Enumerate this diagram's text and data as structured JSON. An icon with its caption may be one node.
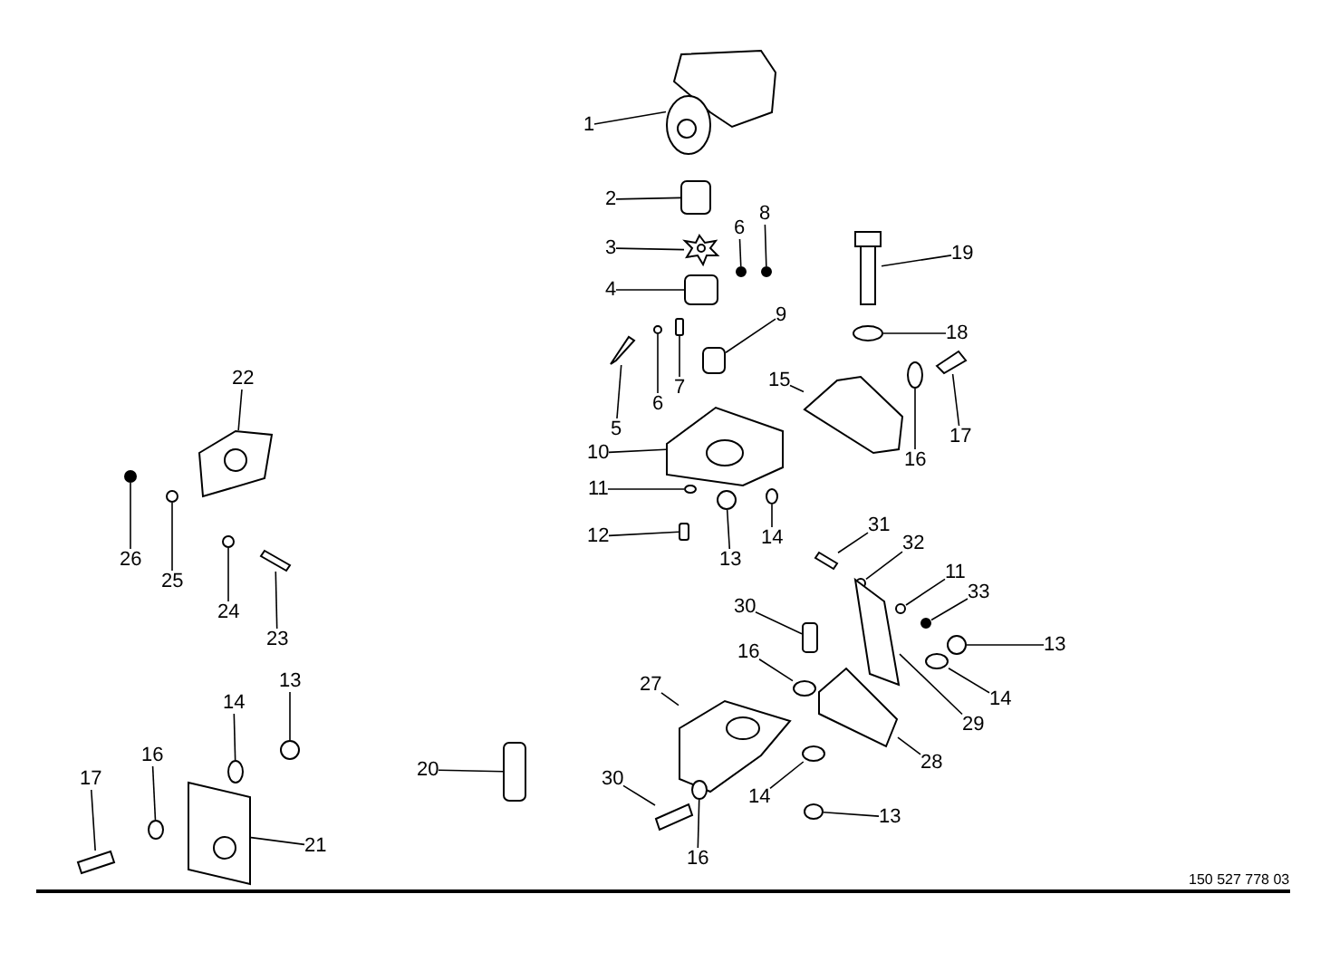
{
  "diagram": {
    "nodes": [
      {
        "text": [
          "1"
        ]
      },
      {
        "text": [
          "2"
        ]
      },
      {
        "text": [
          "8"
        ]
      },
      {
        "text": [
          "6"
        ]
      },
      {
        "text": [
          "3"
        ]
      },
      {
        "text": [
          "19"
        ]
      },
      {
        "text": [
          "4"
        ]
      },
      {
        "text": [
          "9"
        ]
      },
      {
        "text": [
          "18"
        ]
      },
      {
        "text": [
          "7"
        ]
      },
      {
        "text": [
          "6"
        ]
      },
      {
        "text": [
          "15"
        ]
      },
      {
        "text": [
          "5"
        ]
      },
      {
        "text": [
          "17"
        ]
      },
      {
        "text": [
          "22"
        ]
      },
      {
        "text": [
          "10"
        ]
      },
      {
        "text": [
          "16"
        ]
      },
      {
        "text": [
          "11"
        ]
      },
      {
        "text": [
          "12"
        ]
      },
      {
        "text": [
          "14"
        ]
      },
      {
        "text": [
          "13"
        ]
      },
      {
        "text": [
          "26"
        ]
      },
      {
        "text": [
          "31"
        ]
      },
      {
        "text": [
          "32"
        ]
      },
      {
        "text": [
          "25"
        ]
      },
      {
        "text": [
          "11"
        ]
      },
      {
        "text": [
          "33"
        ]
      },
      {
        "text": [
          "24"
        ]
      },
      {
        "text": [
          "30"
        ]
      },
      {
        "text": [
          "23"
        ]
      },
      {
        "text": [
          "13"
        ]
      },
      {
        "text": [
          "16"
        ]
      },
      {
        "text": [
          "27"
        ]
      },
      {
        "text": [
          "13"
        ]
      },
      {
        "text": [
          "14"
        ]
      },
      {
        "text": [
          "14"
        ]
      },
      {
        "text": [
          "29"
        ]
      },
      {
        "text": [
          "16"
        ]
      },
      {
        "text": [
          "17"
        ]
      },
      {
        "text": [
          "28"
        ]
      },
      {
        "text": [
          "20"
        ]
      },
      {
        "text": [
          "30"
        ]
      },
      {
        "text": [
          "14"
        ]
      },
      {
        "text": [
          "13"
        ]
      },
      {
        "text": [
          "21"
        ]
      },
      {
        "text": [
          "16"
        ]
      },
      {
        "text": [],
        "shape": "picture"
      },
      {
        "text": [],
        "shape": "box"
      },
      {
        "text": [],
        "shape": "circle"
      },
      {
        "text": [],
        "shape": "circle"
      },
      {
        "text": [],
        "shape": "picture"
      },
      {
        "text": [],
        "shape": "picture"
      },
      {
        "text": [],
        "shape": "box"
      },
      {
        "text": [],
        "shape": "box"
      },
      {
        "text": [],
        "shape": "circle"
      },
      {
        "text": [],
        "shape": "box"
      },
      {
        "text": [],
        "shape": "circle"
      },
      {
        "text": [],
        "shape": "picture"
      },
      {
        "text": [],
        "shape": "picture"
      },
      {
        "text": [],
        "shape": "picture"
      },
      {
        "text": [],
        "shape": "picture"
      },
      {
        "text": [],
        "shape": "picture"
      },
      {
        "text": [],
        "shape": "circle"
      },
      {
        "text": [],
        "shape": "circle"
      },
      {
        "text": [],
        "shape": "box"
      },
      {
        "text": [],
        "shape": "circle"
      },
      {
        "text": [],
        "shape": "circle"
      },
      {
        "text": [],
        "shape": "circle"
      },
      {
        "text": [],
        "shape": "picture"
      },
      {
        "text": [],
        "shape": "circle"
      },
      {
        "text": [],
        "shape": "circle"
      },
      {
        "text": [],
        "shape": "circle"
      },
      {
        "text": [],
        "shape": "circle"
      },
      {
        "text": [],
        "shape": "circle"
      },
      {
        "text": [],
        "shape": "box"
      },
      {
        "text": [],
        "shape": "picture"
      },
      {
        "text": [],
        "shape": "circle"
      },
      {
        "text": [],
        "shape": "circle"
      },
      {
        "text": [],
        "shape": "picture"
      },
      {
        "text": [],
        "shape": "circle"
      },
      {
        "text": [],
        "shape": "circle"
      },
      {
        "text": [],
        "shape": "circle"
      },
      {
        "text": [],
        "shape": "picture"
      },
      {
        "text": [],
        "shape": "circle"
      },
      {
        "text": [],
        "shape": "picture"
      },
      {
        "text": [],
        "shape": "picture"
      },
      {
        "text": [],
        "shape": "box"
      },
      {
        "text": [],
        "shape": "picture"
      },
      {
        "text": [],
        "shape": "circle"
      },
      {
        "text": [],
        "shape": "circle"
      },
      {
        "text": [],
        "shape": "picture"
      },
      {
        "text": [],
        "shape": "circle"
      }
    ],
    "edges": [
      {
        "from": 0,
        "to": 46,
        "arrow": "none"
      },
      {
        "from": 1,
        "to": 47,
        "arrow": "none"
      },
      {
        "from": 2,
        "to": 48,
        "arrow": "none"
      },
      {
        "from": 3,
        "to": 49,
        "arrow": "none"
      },
      {
        "from": 4,
        "to": 50,
        "arrow": "none"
      },
      {
        "from": 5,
        "to": 51,
        "arrow": "none"
      },
      {
        "from": 6,
        "to": 52,
        "arrow": "none"
      },
      {
        "from": 7,
        "to": 53,
        "arrow": "none"
      },
      {
        "from": 8,
        "to": 54,
        "arrow": "none"
      },
      {
        "from": 9,
        "to": 55,
        "arrow": "none"
      },
      {
        "from": 10,
        "to": 56,
        "arrow": "none"
      },
      {
        "from": 11,
        "to": 57,
        "arrow": "none"
      },
      {
        "from": 12,
        "to": 58,
        "arrow": "none"
      },
      {
        "from": 13,
        "to": 59,
        "arrow": "none"
      },
      {
        "from": 14,
        "to": 60,
        "arrow": "none"
      },
      {
        "from": 15,
        "to": 61,
        "arrow": "none"
      },
      {
        "from": 16,
        "to": 62,
        "arrow": "none"
      },
      {
        "from": 17,
        "to": 63,
        "arrow": "none"
      },
      {
        "from": 18,
        "to": 64,
        "arrow": "none"
      },
      {
        "from": 19,
        "to": 65,
        "arrow": "none"
      },
      {
        "from": 20,
        "to": 66,
        "arrow": "none"
      },
      {
        "from": 21,
        "to": 67,
        "arrow": "none"
      },
      {
        "from": 22,
        "to": 68,
        "arrow": "none"
      },
      {
        "from": 23,
        "to": 69,
        "arrow": "none"
      },
      {
        "from": 24,
        "to": 70,
        "arrow": "none"
      },
      {
        "from": 25,
        "to": 71,
        "arrow": "none"
      },
      {
        "from": 26,
        "to": 72,
        "arrow": "none"
      },
      {
        "from": 27,
        "to": 73,
        "arrow": "none"
      },
      {
        "from": 28,
        "to": 74,
        "arrow": "none"
      },
      {
        "from": 29,
        "to": 75,
        "arrow": "none"
      },
      {
        "from": 30,
        "to": 76,
        "arrow": "none"
      },
      {
        "from": 31,
        "to": 77,
        "arrow": "none"
      },
      {
        "from": 32,
        "to": 78,
        "arrow": "none"
      },
      {
        "from": 33,
        "to": 79,
        "arrow": "none"
      },
      {
        "from": 34,
        "to": 80,
        "arrow": "none"
      },
      {
        "from": 35,
        "to": 81,
        "arrow": "none"
      },
      {
        "from": 36,
        "to": 82,
        "arrow": "none"
      },
      {
        "from": 37,
        "to": 83,
        "arrow": "none"
      },
      {
        "from": 38,
        "to": 84,
        "arrow": "none"
      },
      {
        "from": 39,
        "to": 85,
        "arrow": "none"
      },
      {
        "from": 40,
        "to": 86,
        "arrow": "none"
      },
      {
        "from": 41,
        "to": 87,
        "arrow": "none"
      },
      {
        "from": 42,
        "to": 88,
        "arrow": "none"
      },
      {
        "from": 43,
        "to": 89,
        "arrow": "none"
      },
      {
        "from": 44,
        "to": 90,
        "arrow": "none"
      },
      {
        "from": 45,
        "to": 91,
        "arrow": "none"
      }
    ],
    "labels": [
      "150 527 778 03"
    ]
  }
}
